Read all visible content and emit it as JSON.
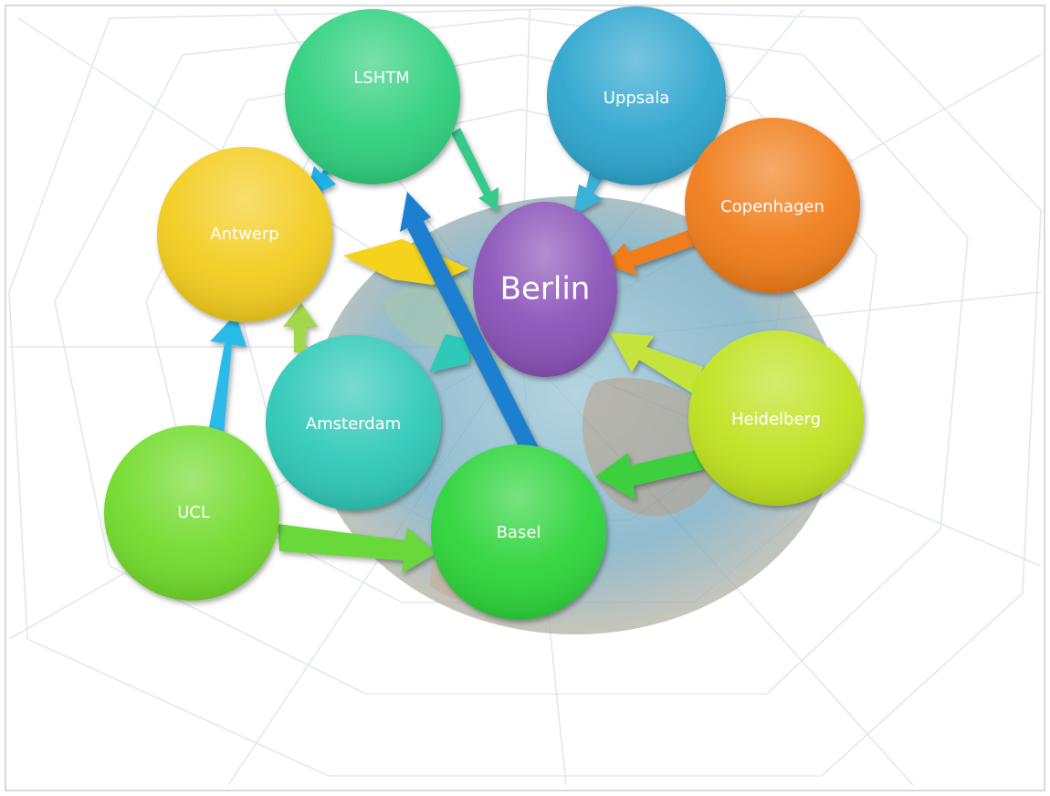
{
  "colors": {
    "background": "#ffffff",
    "web_lines": "#dde3ea",
    "globe_ocean": "#6aa7c4",
    "globe_land": "#8a6a4a"
  },
  "nodes": {
    "lshtm": {
      "label": "LSHTM",
      "color": "#2fd07e"
    },
    "uppsala": {
      "label": "Uppsala",
      "color": "#2ea6cf"
    },
    "copenhagen": {
      "label": "Copenhagen",
      "color": "#f07d1a"
    },
    "antwerp": {
      "label": "Antwerp",
      "color": "#f3cd1f"
    },
    "berlin": {
      "label": "Berlin",
      "color": "#8a52b8"
    },
    "amsterdam": {
      "label": "Amsterdam",
      "color": "#2fc9b8"
    },
    "heidelberg": {
      "label": "Heidelberg",
      "color": "#bfe21f"
    },
    "ucl": {
      "label": "UCL",
      "color": "#72db2c"
    },
    "basel": {
      "label": "Basel",
      "color": "#2dd43a"
    }
  },
  "arrows": [
    {
      "from": "LSHTM",
      "to": "Antwerp",
      "color": "#1fb2e8"
    },
    {
      "from": "LSHTM",
      "to": "Berlin",
      "color": "#34c98a"
    },
    {
      "from": "Uppsala",
      "to": "Berlin",
      "color": "#3ab0d8"
    },
    {
      "from": "Copenhagen",
      "to": "Berlin",
      "color": "#f07d1a"
    },
    {
      "from": "Amsterdam",
      "to": "Antwerp",
      "color": "#a2d84a"
    },
    {
      "from": "Heidelberg",
      "to": "Berlin",
      "color": "#c5e43a"
    },
    {
      "from": "Heidelberg",
      "to": "Basel",
      "color": "#3ccf3c"
    },
    {
      "from": "UCL",
      "to": "Antwerp",
      "color": "#2bbbe8"
    },
    {
      "from": "UCL",
      "to": "Basel",
      "color": "#67d83a"
    },
    {
      "from": "LSHTM",
      "to": "Basel",
      "color": "#1a7fd0",
      "bidirectional": true
    }
  ]
}
